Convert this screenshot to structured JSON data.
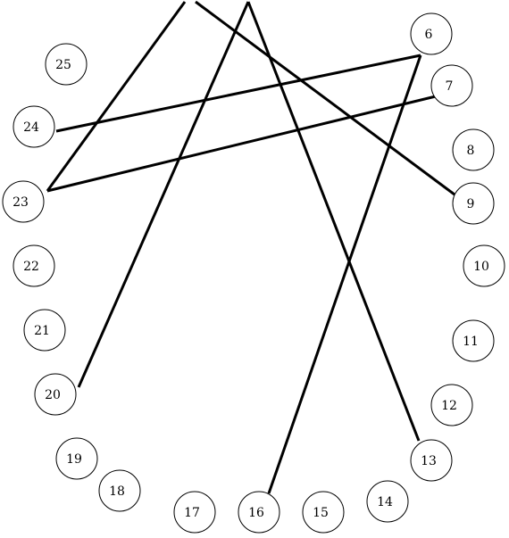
{
  "diagram": {
    "nodes": [
      {
        "id": "6",
        "label": "6"
      },
      {
        "id": "7",
        "label": "7"
      },
      {
        "id": "8",
        "label": "8"
      },
      {
        "id": "9",
        "label": "9"
      },
      {
        "id": "10",
        "label": "10"
      },
      {
        "id": "11",
        "label": "11"
      },
      {
        "id": "12",
        "label": "12"
      },
      {
        "id": "13",
        "label": "13"
      },
      {
        "id": "14",
        "label": "14"
      },
      {
        "id": "15",
        "label": "15"
      },
      {
        "id": "16",
        "label": "16"
      },
      {
        "id": "17",
        "label": "17"
      },
      {
        "id": "18",
        "label": "18"
      },
      {
        "id": "19",
        "label": "19"
      },
      {
        "id": "20",
        "label": "20"
      },
      {
        "id": "21",
        "label": "21"
      },
      {
        "id": "22",
        "label": "22"
      },
      {
        "id": "23",
        "label": "23"
      },
      {
        "id": "24",
        "label": "24"
      },
      {
        "id": "25",
        "label": "25"
      }
    ],
    "edges": [
      {
        "from": "7",
        "to": "23"
      },
      {
        "from": "6",
        "to": "24"
      },
      {
        "from": "6",
        "to": "16"
      },
      {
        "from": "off-top-a",
        "to": "23"
      },
      {
        "from": "off-top-b",
        "to": "9"
      },
      {
        "from": "off-top-c",
        "to": "20"
      },
      {
        "from": "off-top-c",
        "to": "13"
      }
    ],
    "colors": {
      "stroke": "#000000",
      "fill": "#ffffff",
      "text": "#000000"
    }
  }
}
